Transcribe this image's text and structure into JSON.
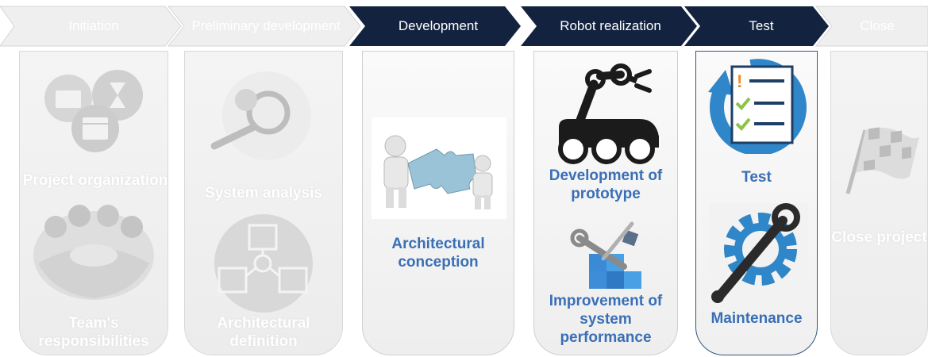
{
  "phases": [
    {
      "title": "Initiation",
      "state": "inactive"
    },
    {
      "title": "Preliminary development",
      "state": "inactive"
    },
    {
      "title": "Development",
      "state": "active"
    },
    {
      "title": "Robot realization",
      "state": "active"
    },
    {
      "title": "Test",
      "state": "active"
    },
    {
      "title": "Close",
      "state": "inactive"
    }
  ],
  "tasks": {
    "initiation": [
      "Project organization",
      "Team's responsibilities"
    ],
    "preliminary": [
      "System analysis",
      "Architectural definition"
    ],
    "development": [
      "Architectural conception"
    ],
    "robot": [
      "Development of prototype",
      "Improvement of system performance"
    ],
    "test": [
      "Test",
      "Maintenance"
    ],
    "close": [
      "Close project"
    ]
  },
  "colors": {
    "active_chevron": "#13233f",
    "inactive_chevron": "#efefef",
    "task_text": "#3a6fb6",
    "current_border": "#35557c"
  },
  "icons": [
    "calendar-hourglass-icon",
    "team-circle-icon",
    "magnifier-icon",
    "modules-icon",
    "puzzle-people-icon",
    "robot-arm-icon",
    "tools-cubes-icon",
    "checklist-refresh-icon",
    "wrench-gear-icon",
    "checkered-flag-icon"
  ]
}
